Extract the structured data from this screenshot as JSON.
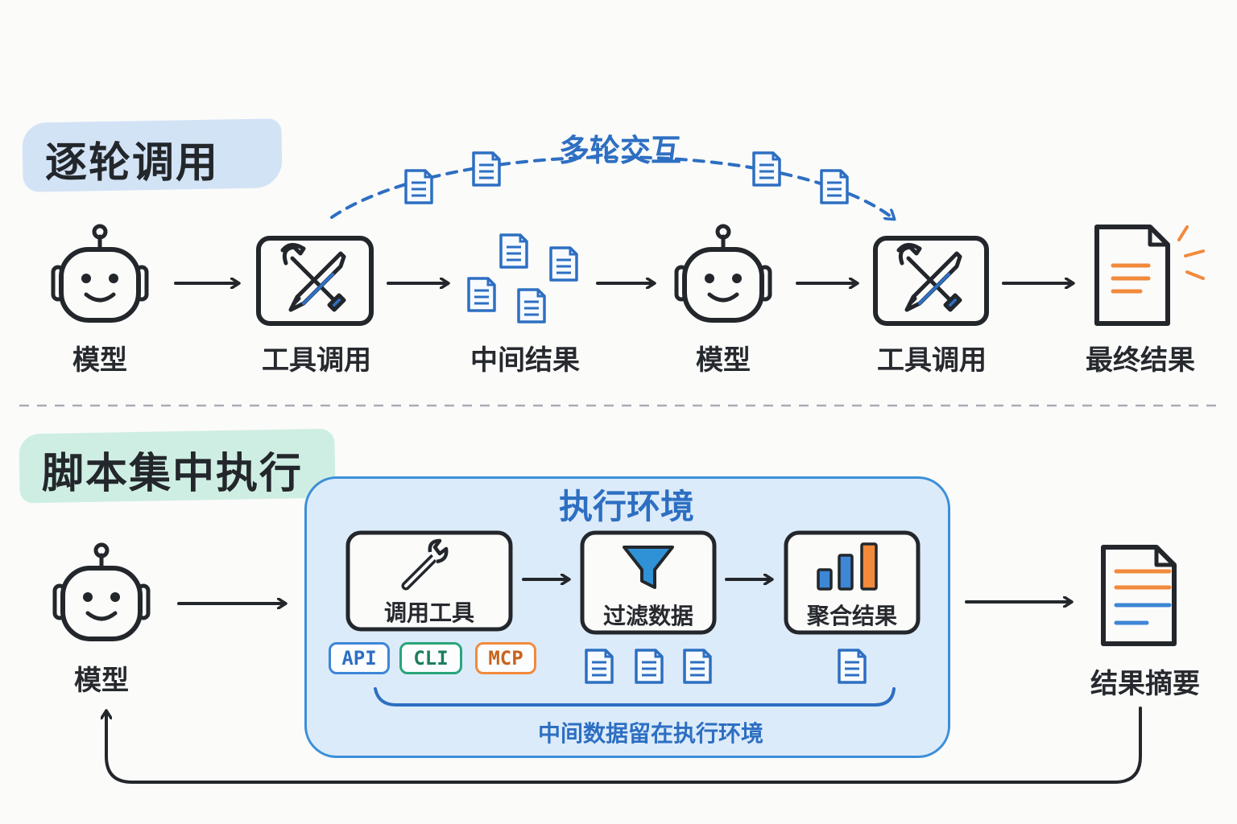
{
  "sections": {
    "top_title": "逐轮调用",
    "bottom_title": "脚本集中执行"
  },
  "top_flow": {
    "loop_label": "多轮交互",
    "nodes": [
      {
        "label": "模型",
        "icon": "robot-icon"
      },
      {
        "label": "工具调用",
        "icon": "tools-icon"
      },
      {
        "label": "中间结果",
        "icon": "documents-icon"
      },
      {
        "label": "模型",
        "icon": "robot-icon"
      },
      {
        "label": "工具调用",
        "icon": "tools-icon"
      },
      {
        "label": "最终结果",
        "icon": "document-icon"
      }
    ]
  },
  "bottom_flow": {
    "model_label": "模型",
    "env_title": "执行环境",
    "steps": [
      {
        "label": "调用工具",
        "icon": "wrench-icon"
      },
      {
        "label": "过滤数据",
        "icon": "funnel-icon"
      },
      {
        "label": "聚合结果",
        "icon": "bar-chart-icon"
      }
    ],
    "tool_types": [
      "API",
      "CLI",
      "MCP"
    ],
    "env_note": "中间数据留在执行环境",
    "output_label": "结果摘要"
  },
  "colors": {
    "blue": "#2d6fc2",
    "env_fill": "#dcebfa",
    "env_border": "#3c8fd9",
    "green": "#2aa57a",
    "orange": "#f28a3c",
    "ink": "#23272b",
    "title_blue_hl": "#d3e3f6",
    "title_green_hl": "#cfeee3"
  }
}
